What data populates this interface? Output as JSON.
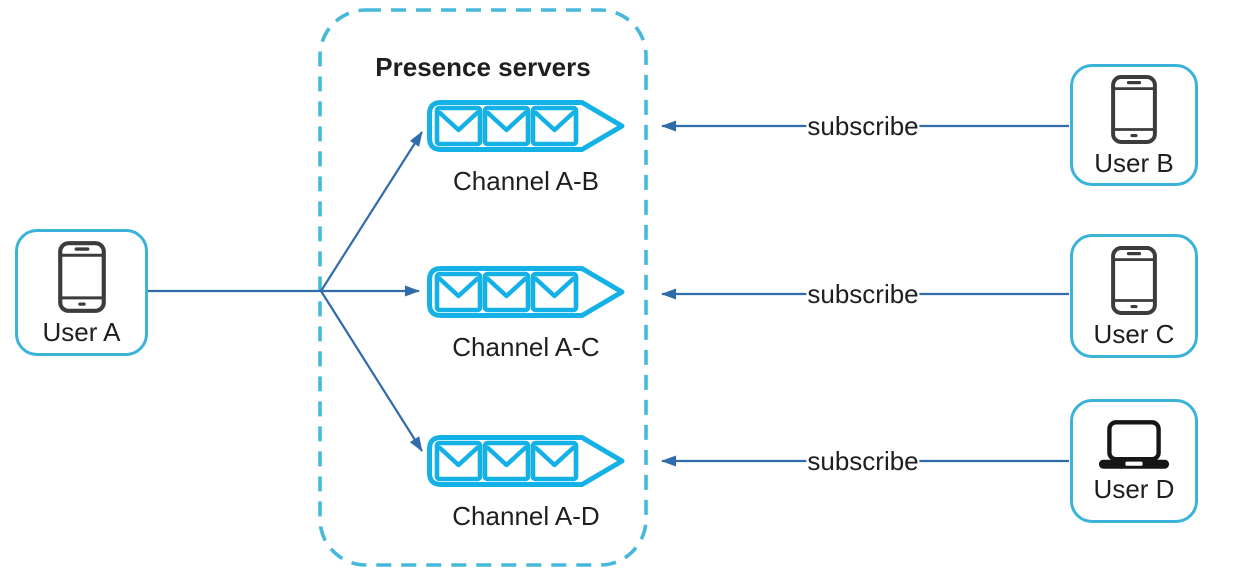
{
  "title": "Presence servers",
  "channels": [
    {
      "label": "Channel A-B"
    },
    {
      "label": "Channel A-C"
    },
    {
      "label": "Channel A-D"
    }
  ],
  "users": {
    "a": {
      "label": "User A",
      "icon": "smartphone-icon"
    },
    "b": {
      "label": "User B",
      "icon": "smartphone-icon"
    },
    "c": {
      "label": "User C",
      "icon": "smartphone-icon"
    },
    "d": {
      "label": "User D",
      "icon": "laptop-icon"
    }
  },
  "arrows": {
    "subscribe": [
      {
        "label": "subscribe"
      },
      {
        "label": "subscribe"
      },
      {
        "label": "subscribe"
      }
    ]
  },
  "colors": {
    "channel_cyan": "#14b1e7",
    "user_box_border": "#3bb3d9",
    "dashed_border": "#46b8da",
    "arrow_blue": "#2f6ca9",
    "text": "#1f1f1f",
    "device_icon": "#3c3c3c"
  }
}
